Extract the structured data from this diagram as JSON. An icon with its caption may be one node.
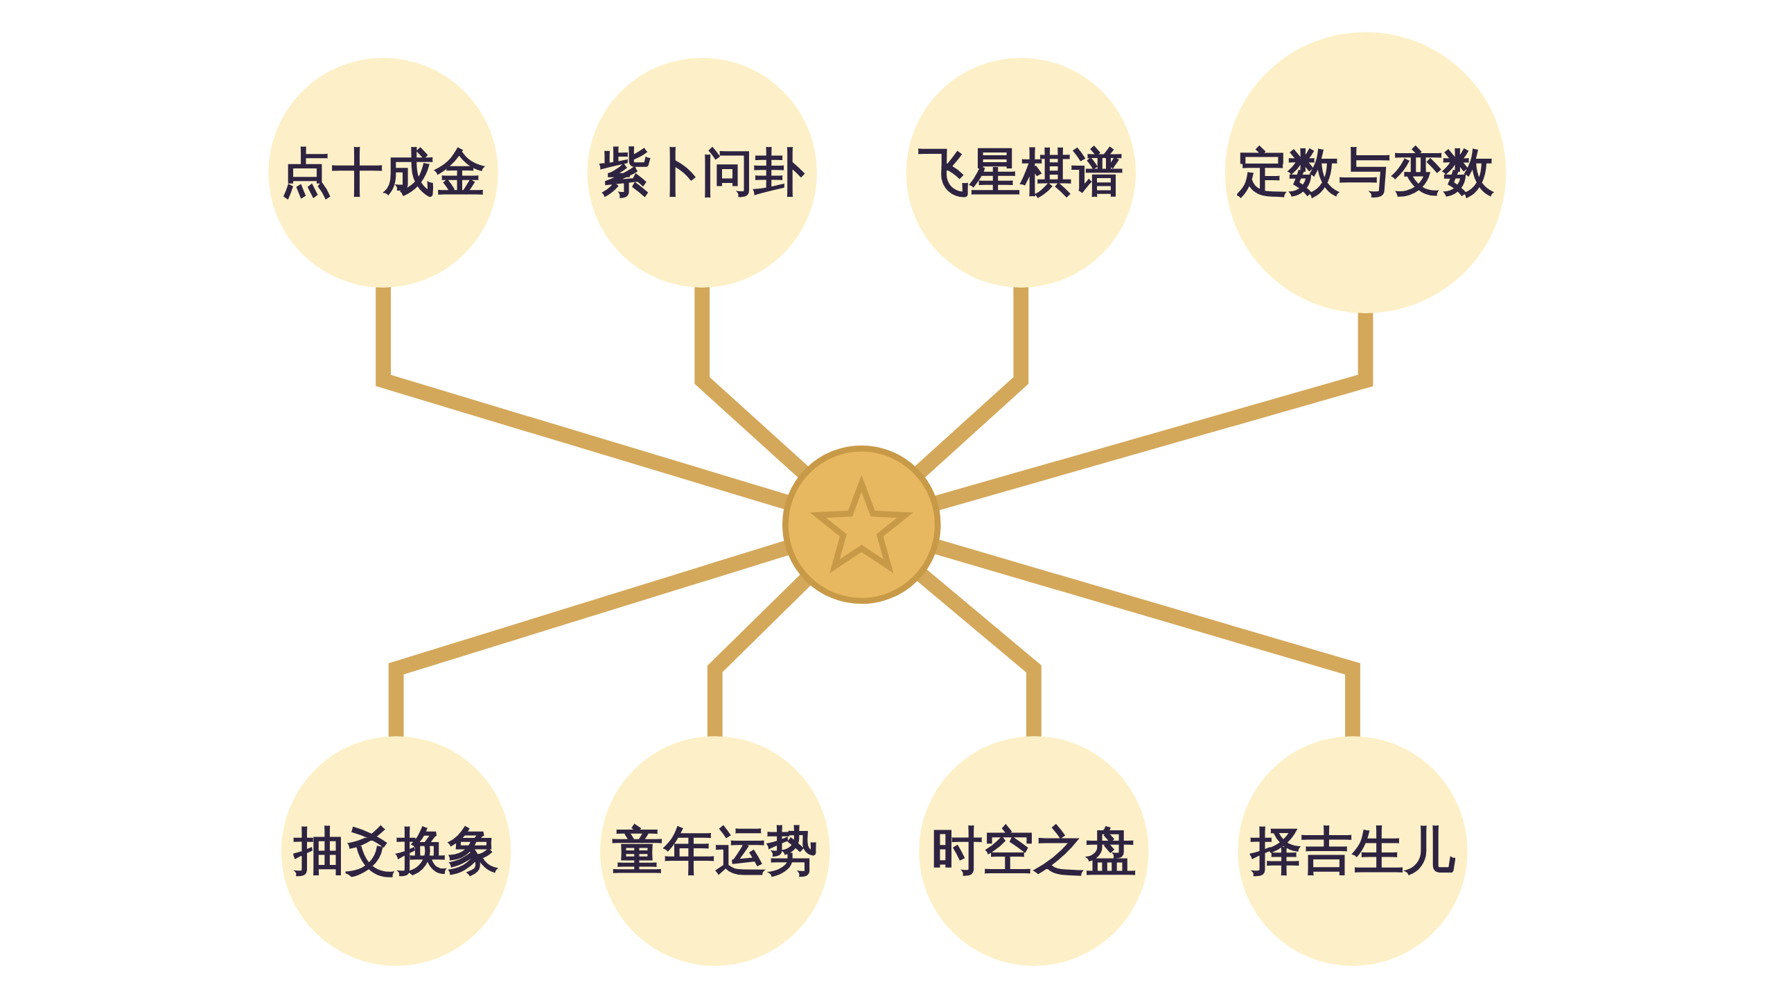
{
  "diagram": {
    "nodes": [
      {
        "text": [
          "点十成金"
        ]
      },
      {
        "text": [
          "紫卜问卦"
        ]
      },
      {
        "text": [
          "飞星棋谱"
        ]
      },
      {
        "text": [
          "定数与变数"
        ]
      },
      {
        "text": [],
        "shape": "circle"
      },
      {
        "text": [
          "抽爻换象"
        ]
      },
      {
        "text": [
          "童年运势"
        ]
      },
      {
        "text": [
          "时空之盘"
        ]
      },
      {
        "text": [
          "择吉生儿"
        ]
      }
    ],
    "edges": [
      {
        "from": 0,
        "to": 4,
        "arrow": "none"
      },
      {
        "from": 1,
        "to": 4,
        "arrow": "none"
      },
      {
        "from": 2,
        "to": 4,
        "arrow": "none"
      },
      {
        "from": 3,
        "to": 4,
        "arrow": "none"
      },
      {
        "from": 4,
        "to": 5,
        "arrow": "none"
      },
      {
        "from": 4,
        "to": 6,
        "arrow": "none"
      },
      {
        "from": 4,
        "to": 7,
        "arrow": "none"
      },
      {
        "from": 4,
        "to": 8,
        "arrow": "none"
      }
    ]
  }
}
